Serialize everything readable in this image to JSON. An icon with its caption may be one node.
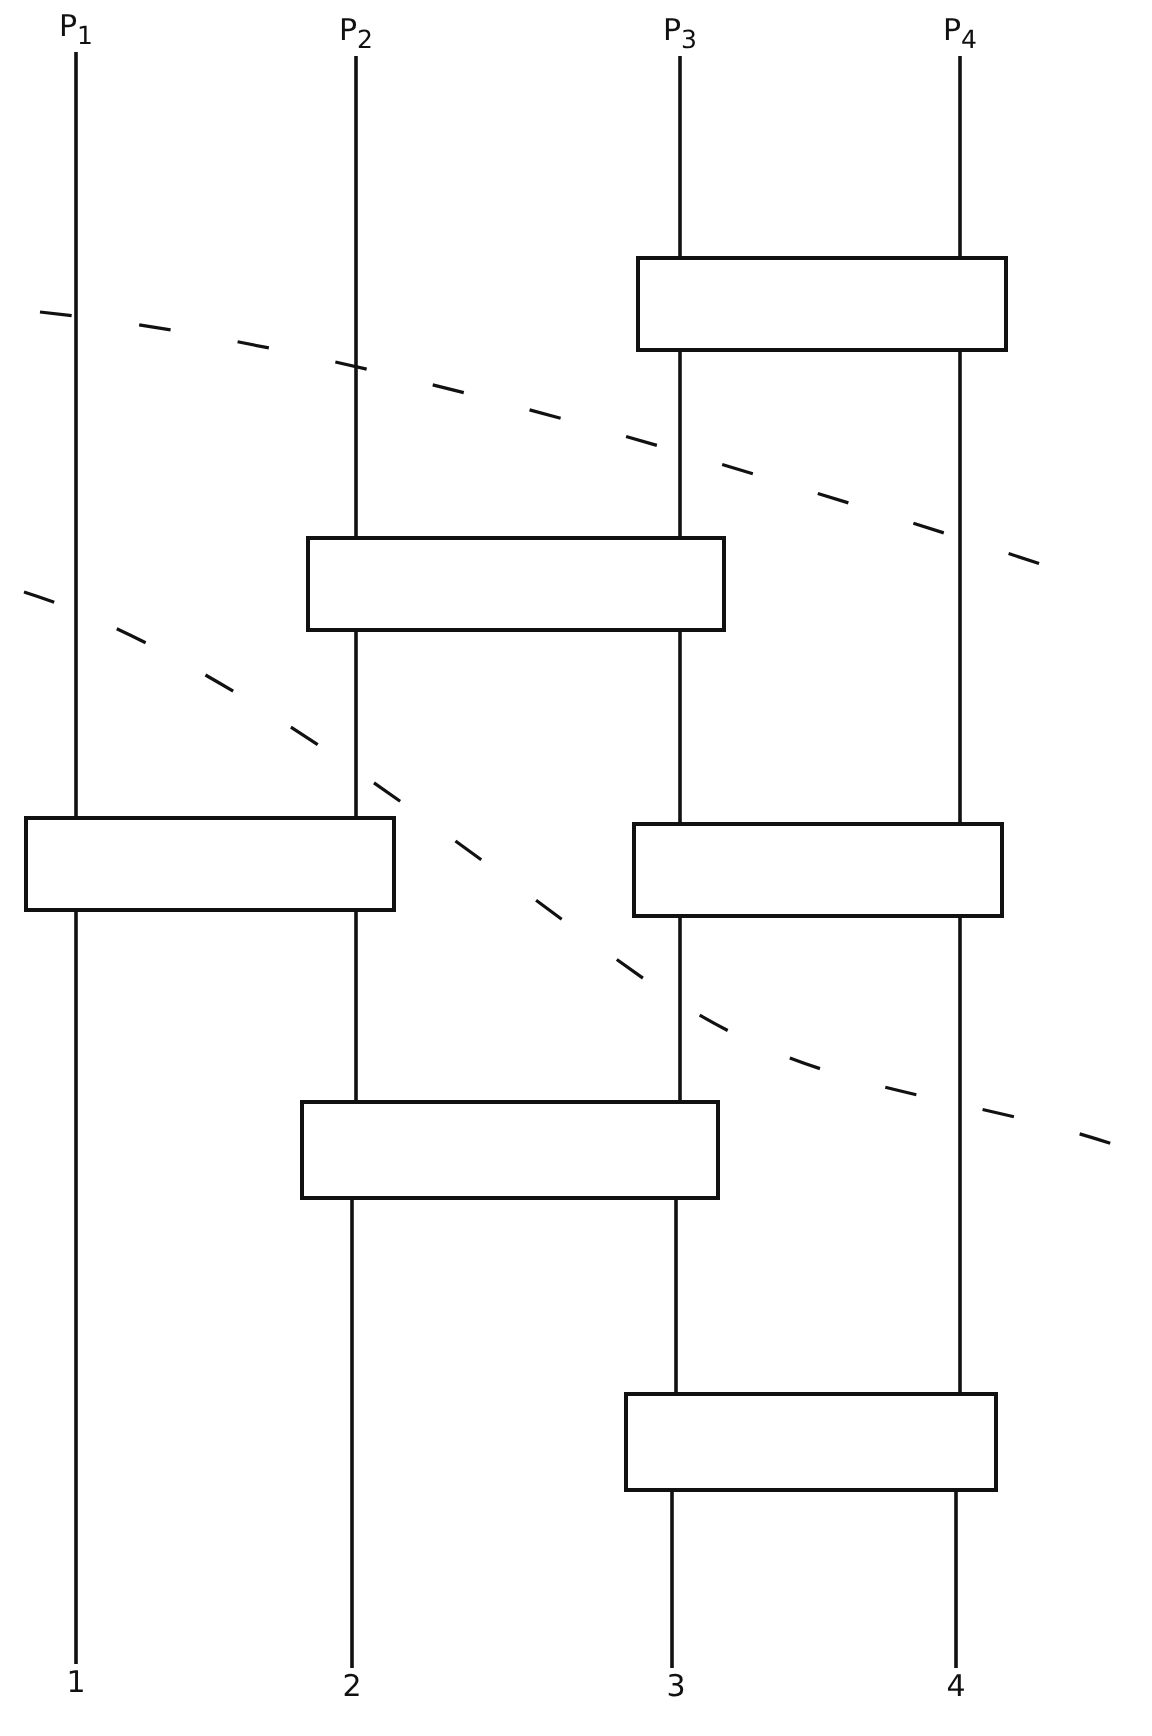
{
  "diagram": {
    "nodes": [
      {
        "text": [
          "P$_{1}$"
        ]
      },
      {
        "text": [
          "P$_{2}$"
        ]
      },
      {
        "text": [
          "P$_{3}$"
        ]
      },
      {
        "text": [
          "P$_{4}$"
        ]
      },
      {
        "text": [],
        "shape": "box"
      },
      {
        "text": [],
        "shape": "box"
      },
      {
        "text": [],
        "shape": "box"
      },
      {
        "text": [],
        "shape": "box"
      },
      {
        "text": [],
        "shape": "box"
      },
      {
        "text": [],
        "shape": "box"
      },
      {
        "text": [
          "1"
        ]
      },
      {
        "text": [
          "2"
        ]
      },
      {
        "text": [
          "3"
        ]
      },
      {
        "text": [
          "4"
        ]
      }
    ],
    "edges": [
      {
        "from": 0,
        "to": 6,
        "arrow": "none"
      },
      {
        "from": 6,
        "to": 10,
        "arrow": "none"
      },
      {
        "from": 1,
        "to": 5,
        "arrow": "none"
      },
      {
        "from": 5,
        "to": 6,
        "arrow": "none"
      },
      {
        "from": 6,
        "to": 8,
        "arrow": "none"
      },
      {
        "from": 8,
        "to": 11,
        "arrow": "none"
      },
      {
        "from": 2,
        "to": 4,
        "arrow": "none"
      },
      {
        "from": 4,
        "to": 5,
        "arrow": "none"
      },
      {
        "from": 5,
        "to": 7,
        "arrow": "none"
      },
      {
        "from": 7,
        "to": 8,
        "arrow": "none"
      },
      {
        "from": 8,
        "to": 9,
        "arrow": "none"
      },
      {
        "from": 9,
        "to": 12,
        "arrow": "none"
      },
      {
        "from": 3,
        "to": 4,
        "arrow": "none"
      },
      {
        "from": 4,
        "to": 7,
        "arrow": "none"
      },
      {
        "from": 7,
        "to": 9,
        "arrow": "none"
      },
      {
        "from": 9,
        "to": 13,
        "arrow": "none"
      }
    ]
  }
}
